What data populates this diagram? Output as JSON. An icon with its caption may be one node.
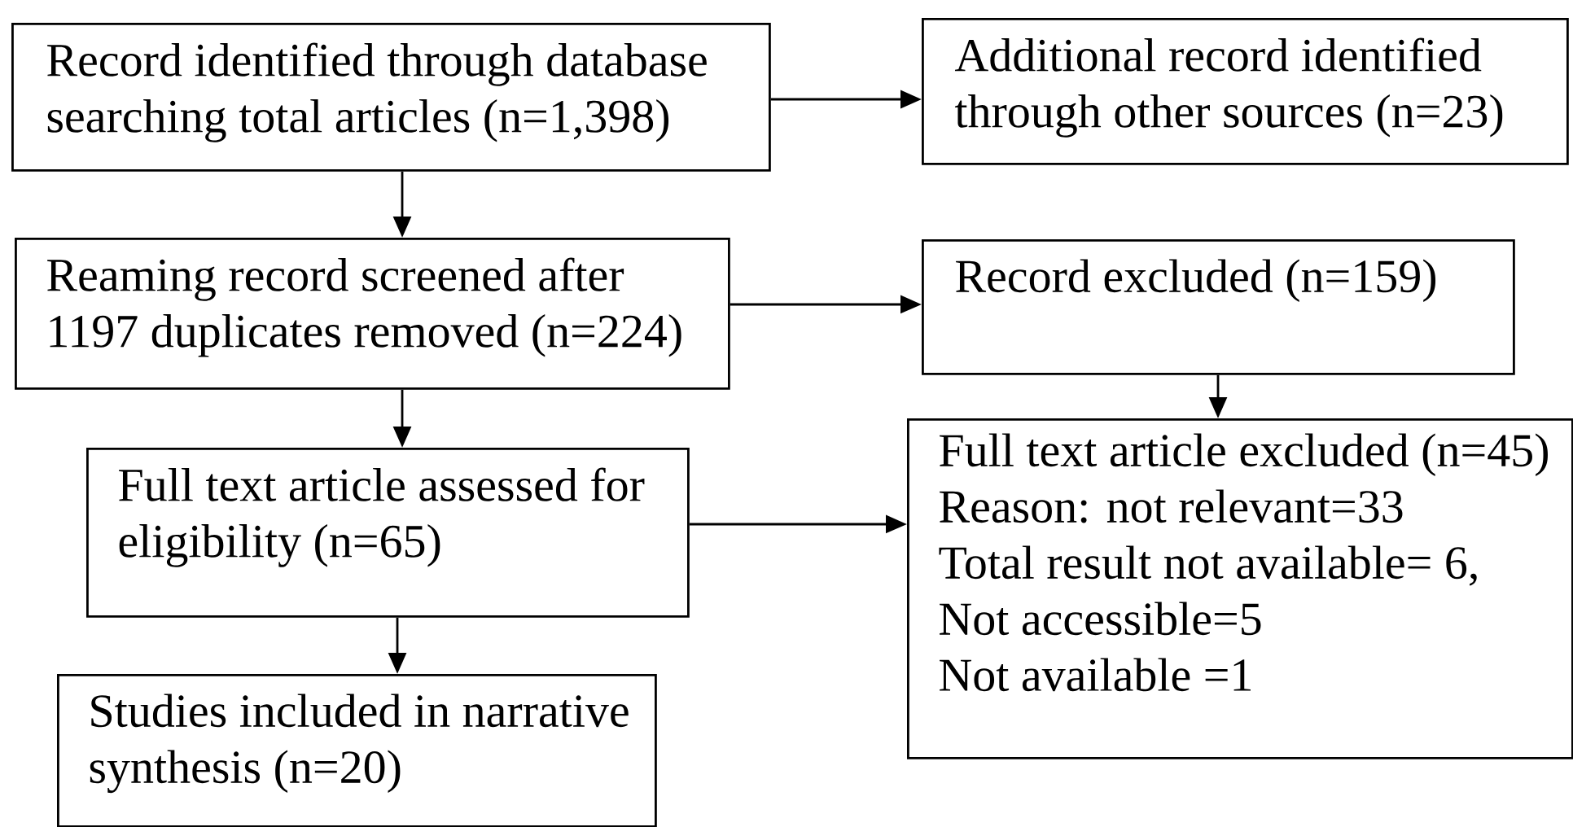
{
  "diagram": {
    "nodes": [
      {
        "text": [
          "Record identified through database searching total articles (n=1,398)"
        ]
      },
      {
        "text": [
          "Additional record identified through other sources (n=23)"
        ]
      },
      {
        "text": [
          "Reaming record screened after 1197 duplicates removed (n=224)"
        ]
      },
      {
        "text": [
          "Record excluded (n=159)"
        ]
      },
      {
        "text": [
          "Full text article assessed for eligibility (n=65)"
        ]
      },
      {
        "text": [
          "Full text article excluded (n=45)",
          "Reason: not relevant=33",
          "Total result not available= 6,",
          "Not accessible=5",
          "Not available =1"
        ]
      },
      {
        "text": [
          "Studies included in narrative synthesis (n=20)"
        ]
      }
    ],
    "edges": [
      {
        "from": 0,
        "to": 1,
        "arrow": "to"
      },
      {
        "from": 0,
        "to": 2,
        "arrow": "to"
      },
      {
        "from": 2,
        "to": 3,
        "arrow": "to"
      },
      {
        "from": 3,
        "to": 5,
        "arrow": "to"
      },
      {
        "from": 2,
        "to": 4,
        "arrow": "to"
      },
      {
        "from": 4,
        "to": 5,
        "arrow": "to"
      },
      {
        "from": 4,
        "to": 6,
        "arrow": "to"
      }
    ]
  }
}
